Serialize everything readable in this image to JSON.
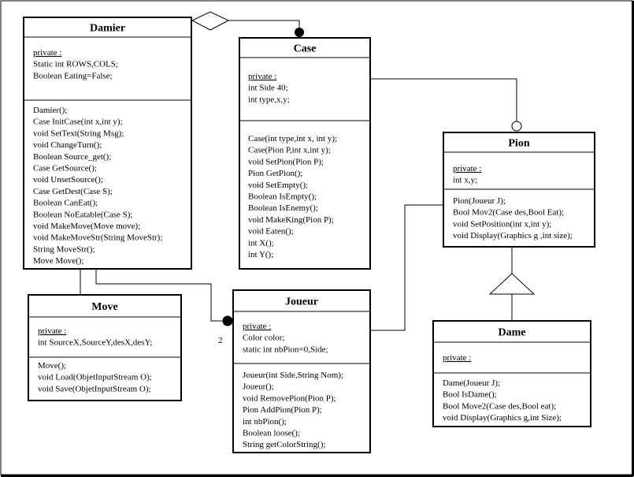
{
  "classes": {
    "damier": {
      "name": "Damier",
      "attributes": [
        "private :",
        "Static int ROWS,COLS;",
        "Boolean Eating=False;"
      ],
      "methods": [
        "Damier();",
        "Case InitCase(int x,int y);",
        "void SetText(String Msg);",
        "void ChangeTurn();",
        "Boolean Source_get();",
        "Case GetSource();",
        "void UnsetSource();",
        "Case GetDest(Case S);",
        "Boolean CanEat();",
        "Boolean NoEatable(Case S);",
        "void MakeMove(Move move);",
        "void MakeMoveStr(String MoveStr);",
        "String MoveStr();",
        "Move Move();"
      ]
    },
    "case": {
      "name": "Case",
      "attributes": [
        "private :",
        "int Side 40;",
        "int type,x,y;"
      ],
      "methods": [
        "Case(int type,int x, int y);",
        "Case(Pion P,int x,int y);",
        "void SetPion(Pion P);",
        "Pion GetPion();",
        "void SetEmpty();",
        "Boolean IsEmpty();",
        "Boolean IsEnemy();",
        "void MakeKing(Pion P);",
        "void Eaten();",
        "int X();",
        "int Y();"
      ]
    },
    "pion": {
      "name": "Pion",
      "attributes": [
        "private :",
        "int x,y;"
      ],
      "methods": [
        "Pion(Joueur J);",
        "Bool Mov2(Case des,Bool Eat);",
        "void SetPosition(int x,int y);",
        "void Display(Graphics g ,int size);"
      ]
    },
    "move": {
      "name": "Move",
      "attributes": [
        "private :",
        "int SourceX,SourceY,desX,desY;"
      ],
      "methods": [
        "Move();",
        "void Load(ObjetInputStream O);",
        "void Save(ObjetInputStream O);"
      ]
    },
    "joueur": {
      "name": "Joueur",
      "attributes": [
        "private :",
        "Color color;",
        "static int nbPion=0,Side;"
      ],
      "methods": [
        "Joueur(int Side,String Nom);",
        "Joueur();",
        "void RemovePion(Pion P);",
        "Pion AddPion(Pion P);",
        "int nbPion();",
        "Boolean loose();",
        "String getColorString();"
      ]
    },
    "dame": {
      "name": "Dame",
      "attributes": [
        "private :"
      ],
      "methods": [
        "Dame(Joueur J);",
        "Bool IsDame();",
        "Bool Move2(Case des,Bool eat);",
        "void Display(Graphics g,int Size);"
      ]
    }
  },
  "relations": {
    "multiplicity_joueur": "2"
  }
}
